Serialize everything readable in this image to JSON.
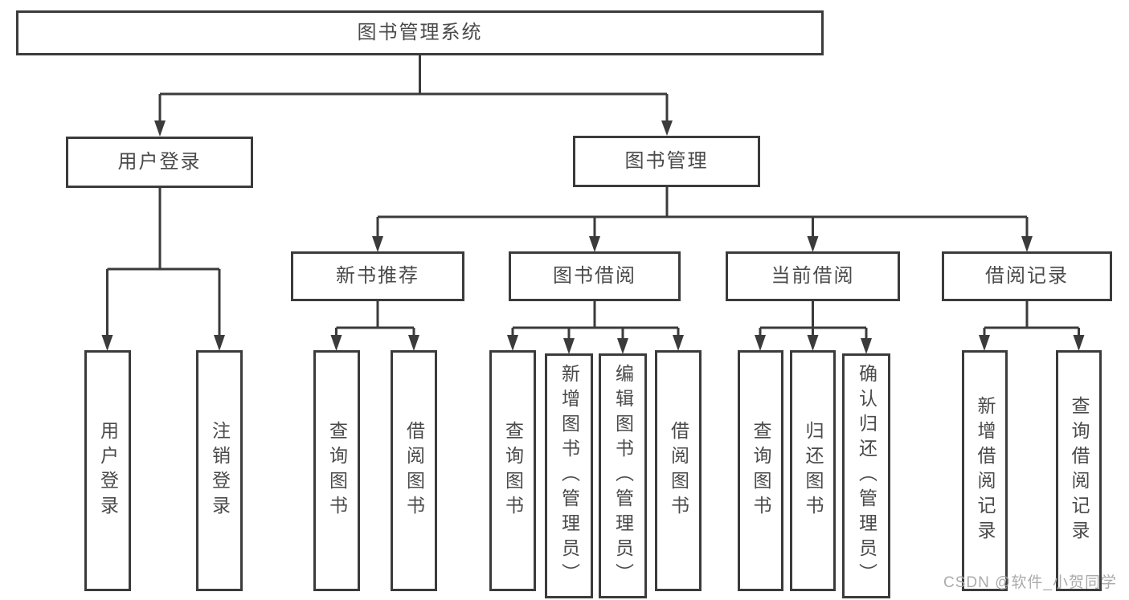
{
  "diagram": {
    "type": "hierarchy-tree",
    "root": {
      "label": "图书管理系统"
    },
    "branches": [
      {
        "label": "用户登录",
        "children": [
          "用户登录",
          "注销登录"
        ]
      },
      {
        "label": "图书管理",
        "children": [
          {
            "label": "新书推荐",
            "children": [
              "查询图书",
              "借阅图书"
            ]
          },
          {
            "label": "图书借阅",
            "children": [
              "查询图书",
              "新增图书（管理员）",
              "编辑图书（管理员）",
              "借阅图书"
            ]
          },
          {
            "label": "当前借阅",
            "children": [
              "查询图书",
              "归还图书",
              "确认归还（管理员）"
            ]
          },
          {
            "label": "借阅记录",
            "children": [
              "新增借阅记录",
              "查询借阅记录"
            ]
          }
        ]
      }
    ]
  },
  "watermark": {
    "text": "CSDN @软件_小贺同学"
  },
  "colors": {
    "line": "#3b3b3b",
    "box_border": "#3b3b3b",
    "text": "#4a4a4a",
    "watermark": "#ababab",
    "background": "#ffffff"
  }
}
